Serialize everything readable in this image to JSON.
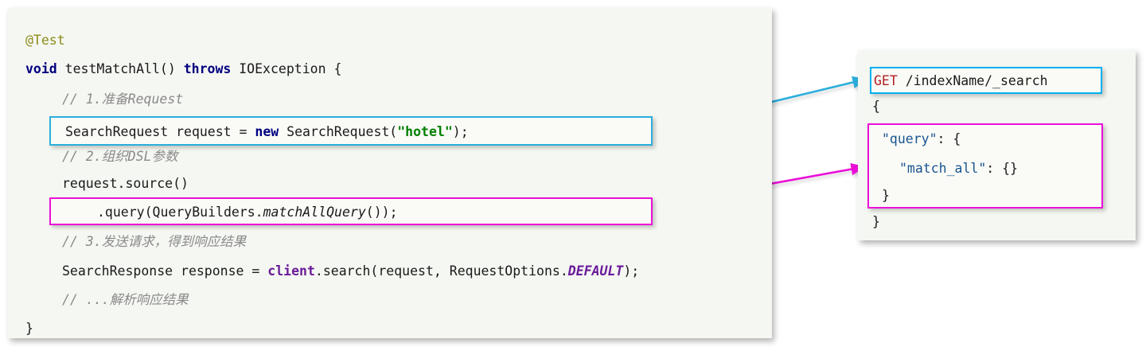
{
  "diagram": {
    "title": "Elasticsearch RestHighLevelClient match_all search example",
    "colors": {
      "panel_bg": "#f5f7f2",
      "accent_blue": "#2aaedb",
      "accent_magenta": "#ec0fd8",
      "keyword": "#000080",
      "string": "#008000",
      "comment": "#8a8a8a",
      "annotation": "#8c8c1a",
      "json_key": "#1a5490",
      "http_verb": "#b22222",
      "static_field": "#6a1b9a"
    }
  },
  "java_panel": {
    "name": "java-code-panel",
    "lines": [
      {
        "id": "annotation",
        "text": "@Test"
      },
      {
        "id": "signature",
        "text": "void testMatchAll() throws IOException {"
      },
      {
        "id": "comment-1",
        "text": "// 1.准备Request"
      },
      {
        "id": "build-request",
        "text": "SearchRequest request = new SearchRequest(\"hotel\");"
      },
      {
        "id": "comment-2",
        "text": "// 2.组织DSL参数"
      },
      {
        "id": "source-call",
        "text": "request.source()"
      },
      {
        "id": "query-call",
        "text": ".query(QueryBuilders.matchAllQuery());"
      },
      {
        "id": "comment-3",
        "text": "// 3.发送请求，得到响应结果"
      },
      {
        "id": "send-request",
        "text": "SearchResponse response = client.search(request, RequestOptions.DEFAULT);"
      },
      {
        "id": "comment-4",
        "text": "// ...解析响应结果"
      },
      {
        "id": "close-brace",
        "text": "}"
      }
    ],
    "tokens": {
      "annotation": "@Test",
      "kw_void": "void",
      "method_name": " testMatchAll() ",
      "kw_throws": "throws",
      "exception": " IOException {",
      "comment_1": "// 1.准备Request",
      "type_search_request": "SearchRequest request = ",
      "kw_new": "new",
      "ctor_open": " SearchRequest(",
      "str_hotel": "\"hotel\"",
      "ctor_close": ");",
      "comment_2": "// 2.组织DSL参数",
      "source_call": "request.source()",
      "query_prefix": ".query(QueryBuilders.",
      "query_method": "matchAllQuery",
      "query_suffix": "());",
      "comment_3": "// 3.发送请求，得到响应结果",
      "response_prefix": "SearchResponse response = ",
      "client_field": "client",
      "search_call": ".search(request, RequestOptions.",
      "default_const": "DEFAULT",
      "search_close": ");",
      "comment_4": "// ...解析响应结果",
      "close_brace": "}"
    }
  },
  "dsl_panel": {
    "name": "dsl-request-panel",
    "lines": [
      {
        "id": "request-line",
        "text": "GET /indexName/_search"
      },
      {
        "id": "open-brace",
        "text": "{"
      },
      {
        "id": "query-key",
        "text": "\"query\": {"
      },
      {
        "id": "match-all",
        "text": "\"match_all\": {}"
      },
      {
        "id": "close-inner",
        "text": "}"
      },
      {
        "id": "close-outer",
        "text": "}"
      }
    ],
    "tokens": {
      "http_verb": "GET",
      "http_path": " /indexName/_search",
      "brace_open": "{",
      "key_query": "\"query\"",
      "colon_open": ": {",
      "key_match_all": "\"match_all\"",
      "colon_empty": ": {}",
      "brace_close_inner": "}",
      "brace_close_outer": "}"
    }
  },
  "connectors": [
    {
      "id": "request-to-get",
      "label": "SearchRequest maps to GET /indexName/_search",
      "color": "#2aaedb",
      "from": "hl-java-request",
      "to": "hl-dsl-get"
    },
    {
      "id": "query-to-dsl",
      "label": "matchAllQuery maps to query.match_all",
      "color": "#ec0fd8",
      "from": "hl-java-query",
      "to": "hl-dsl-query"
    }
  ]
}
